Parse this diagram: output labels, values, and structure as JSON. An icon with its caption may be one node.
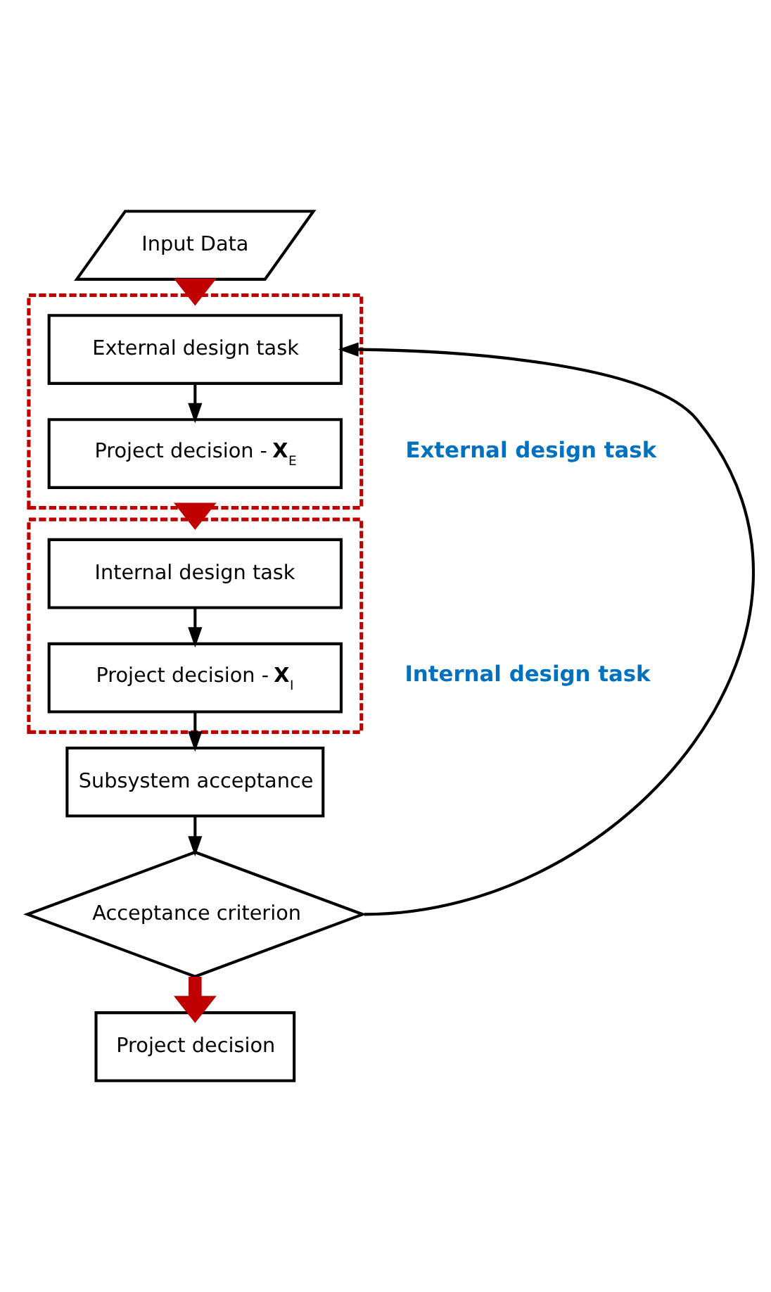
{
  "diagram": {
    "nodes": [
      {
        "text": [
          "Input Data"
        ]
      },
      {
        "text": [],
        "shape": "box"
      },
      {
        "text": [
          "External design task"
        ],
        "in": 1
      },
      {
        "text": [
          "Project decision - **X**$_{E}$"
        ],
        "in": 1
      },
      {
        "text": [],
        "shape": "box"
      },
      {
        "text": [
          "Internal design task"
        ],
        "in": 4
      },
      {
        "text": [
          "Project decision - **X**$_{I}$"
        ],
        "in": 4
      },
      {
        "text": [
          "Subsystem acceptance"
        ]
      },
      {
        "text": [
          "Acceptance criterion"
        ]
      },
      {
        "text": [
          "Project decision"
        ]
      }
    ],
    "edges": [
      {
        "from": 0,
        "to": 1,
        "arrow": "to",
        "style": "thick",
        "color": "#c00000"
      },
      {
        "from": 2,
        "to": 3,
        "arrow": "to"
      },
      {
        "from": 1,
        "to": 4,
        "arrow": "to",
        "style": "thick",
        "color": "#c00000"
      },
      {
        "from": 5,
        "to": 6,
        "arrow": "to"
      },
      {
        "from": 6,
        "to": 7,
        "arrow": "to"
      },
      {
        "from": 7,
        "to": 8,
        "arrow": "to"
      },
      {
        "from": 8,
        "to": 2,
        "arrow": "to"
      },
      {
        "from": 8,
        "to": 9,
        "arrow": "to",
        "style": "thick",
        "color": "#c00000"
      }
    ],
    "labels": [
      "External design task",
      "Internal design task"
    ]
  }
}
